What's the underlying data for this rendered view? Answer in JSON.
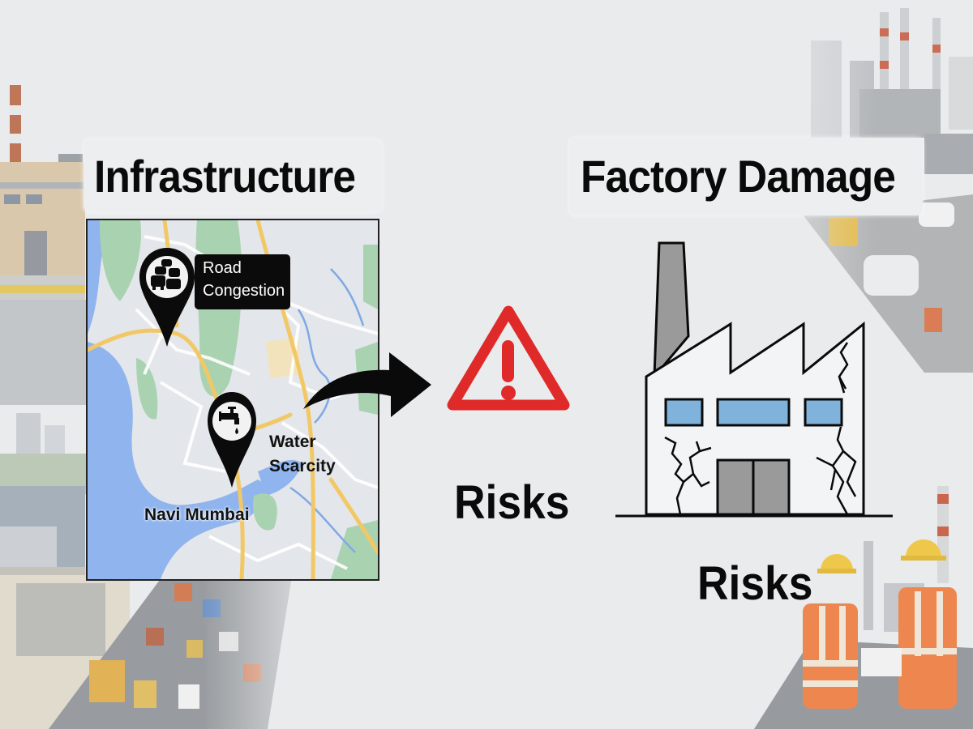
{
  "left_panel": {
    "title": "Infrastructure",
    "map": {
      "region_label": "Navi Mumbai",
      "markers": [
        {
          "label_line1": "Road",
          "label_line2": "Congestion",
          "icon": "traffic-cars-icon"
        },
        {
          "label_line1": "Water",
          "label_line2": "Scarcity",
          "icon": "water-tap-icon"
        }
      ]
    }
  },
  "center_panel": {
    "arrow_icon": "curved-arrow-icon",
    "warning_icon": "warning-triangle-icon",
    "label": "Risks"
  },
  "right_panel": {
    "title": "Factory Damage",
    "illustration": "cracked-factory-icon",
    "label": "Risks"
  },
  "colors": {
    "background": "#e9ebec",
    "warning_red": "#e02a2a",
    "window_blue": "#7fb3db",
    "factory_gray": "#9a9a9a",
    "map_water": "#8fb4ee",
    "map_park": "#a9d3b0",
    "map_road": "#f2c867"
  }
}
